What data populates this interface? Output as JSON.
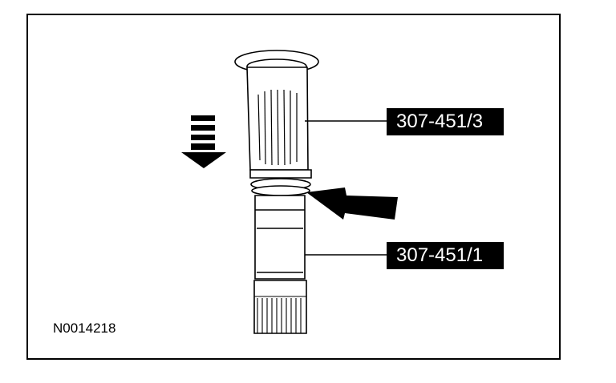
{
  "diagram": {
    "callouts": [
      {
        "label": "307-451/3"
      },
      {
        "label": "307-451/1"
      }
    ],
    "figure_id": "N0014218",
    "icons": [
      "push-down-arrow-icon",
      "pointer-arrow-icon"
    ]
  }
}
